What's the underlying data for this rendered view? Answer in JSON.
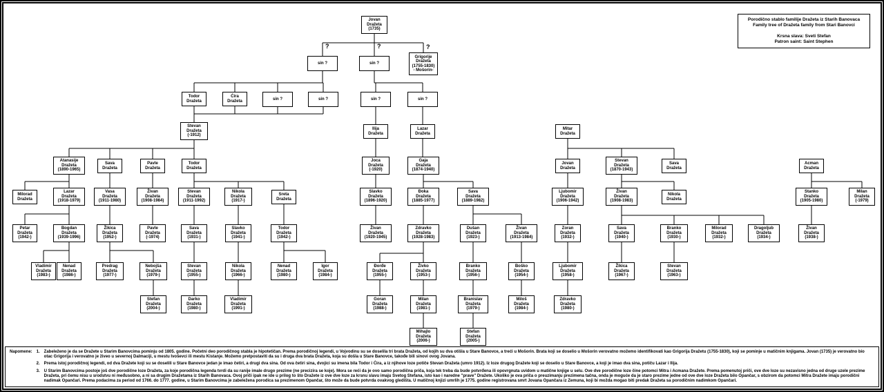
{
  "title": {
    "line_sr": "Porodično stablo familije Dražeta iz Starih Banovaca",
    "line_en": "Family tree of Dražeta family from Stari Banovci",
    "slava_sr": "Krsna slava: Sveti Stefan",
    "slava_en": "Patron saint: Saint Stephen"
  },
  "qmark": "?",
  "nodes": {
    "sin": "sin ?",
    "j1735": "Jovan\nDražeta\n(1735)",
    "grig": "Grigorije\nDražeta\n(1755-1830)\n- Mošorin-",
    "todorA": "Todor\nDražeta",
    "cira": "Ćira\nDražeta",
    "stevan_1912": "Stevan\nDražeta\n(-1912)",
    "ilija": "Ilija\nDražeta",
    "lazarA": "Lazar\nDražeta",
    "mitar": "Mitar\nDražeta",
    "atanasije": "Atanasije\nDražeta\n(1890-1965)",
    "savaA": "Sava\nDražeta",
    "pavleA": "Pavle\nDražeta",
    "todorB": "Todor\nDražeta",
    "joca": "Joca\nDražeta\n(-1920)",
    "gaja": "Gaja\nDražeta\n(1874-1940)",
    "jovanB": "Jovan\nDražeta",
    "stevan1870": "Stevan\nDražeta\n(1870-1943)",
    "savaB": "Sava\nDražeta",
    "acman": "Acman\nDražeta",
    "miloradA": "Milorad\nDražeta",
    "lazar1918": "Lazar\nDražeta\n(1918-1979)",
    "vasa": "Vasa\nDražeta\n(1911-1980)",
    "zivan1908_1984": "Živan\nDražeta\n(1908-1984)",
    "stevan1911": "Stevan\nDražeta\n(1911-1992)",
    "nikola1917": "Nikola\nDražeta\n(1917-)",
    "sreta": "Sreta\nDražeta",
    "slavko1896": "Slavko\nDražeta\n(1896-1920)",
    "djoka": "Đoka\nDražeta\n(1885-1977)",
    "sava1889": "Sava\nDražeta\n(1889-1982)",
    "ljubomir1906": "Ljubomir\nDražeta\n(1906-1942)",
    "zivan1908_1983": "Živan\nDražeta\n(1908-1983)",
    "nikolaB": "Nikola\nDražeta",
    "stanko": "Stanko\nDražeta\n(1905-1980)",
    "milan_1979": "Milan\nDražeta\n(-1979)",
    "petar1942": "Petar\nDražeta\n(1942-)",
    "bogdan1939": "Bogdan\nDražeta\n(1939-1996)",
    "zikica1952": "Žikica\nDražeta\n(1952-)",
    "pavle_1974": "Pavle\nDražeta\n(-1974)",
    "sava1931": "Sava\nDražeta\n(1931-)",
    "slavko1941": "Slavko\nDražeta\n(1941-)",
    "todor1942": "Todor\nDražeta\n(1942-)",
    "zivan1920": "Živan\nDražeta\n(1920-1945)",
    "zdravko1928": "Zdravko\nDražeta\n(1928-1983)",
    "dusan1923": "Dušan\nDražeta\n(1923-)",
    "zivan1913": "Živan\nDražeta\n(1913-1984)",
    "zoran1932": "Zoran\nDražeta\n(1932-)",
    "sava1940": "Sava\nDražeta\n(1940-)",
    "branko1930": "Branko\nDražeta\n(1930-)",
    "milorad1932": "Milorad\nDražeta\n(1932-)",
    "dragoljub1934": "Dragoljub\nDražeta\n(1934-)",
    "zivan1938": "Živan\nDražeta\n(1938-)",
    "vladimir1983": "Vladimir\nDražeta\n(1983-)",
    "nenad1986": "Nenad\nDražeta\n(1986-)",
    "predrag1977": "Predrag\nDražeta\n(1977-)",
    "nebojsa1979": "Nebojša\nDražeta\n(1979-)",
    "stevan1955": "Stevan\nDražeta\n(1955-)",
    "nikola1966": "Nikola\nDražeta\n(1966-)",
    "nenad1980": "Nenad\nDražeta\n(1980-)",
    "igor1984": "Igor\nDražeta\n(1984-)",
    "djordje1955": "Đorđe\nDražeta\n(1955-)",
    "zivko1953": "Živko\nDražeta\n(1953-)",
    "branko1956": "Branko\nDražeta\n(1956-)",
    "bosko1954": "Boško\nDražeta\n(1954-)",
    "ljubomir1958": "Ljubomir\nDražeta\n(1958-)",
    "zikica1967": "Žikica\nDražeta\n(1967-)",
    "stevan1963": "Stevan\nDražeta\n(1963-)",
    "stefan2004": "Stefan\nDražeta\n(2004-)",
    "darko1980": "Darko\nDražeta\n(1980-)",
    "vladimir1991": "Vladimir\nDražeta\n(1991-)",
    "goran1988": "Goran\nDražeta\n(1988-)",
    "milan1981": "Milan\nDražeta\n(1981-)",
    "branislav1979": "Branislav\nDražeta\n(1979-)",
    "milos1984": "Miloš\nDražeta\n(1984-)",
    "zdravko1980": "Zdravko\nDražeta\n(1980-)",
    "mihajlo2006": "Mihajlo\nDražeta\n(2006-)",
    "stefan2005": "Stefan\nDražeta\n(2005-)"
  },
  "notes": {
    "label": "Napomene:",
    "items": [
      {
        "num": "1.",
        "text": "Zabeleženo je da se Dražete u Starim Banovcima pominju od 1805. godine. Početni deo porodičnog stabla je hipotetičan. Prema porodičnoj legendi, u Vojvodinu su se doselila tri brata Dražeta, od kojih su dva otišla u Stare Banovce, a treći u Mošorin. Brata koji se doselio u Mošorin verovatno možemo identifikovati kao Grigorija Dražetu (1755-1830), koji se pominje u matičnim knjigama. Jovan (1735) je verovatno bio otac Grigorija i verovatno je živeo u severnoj Dalmaciji, u mestu Ivoševci ili mestu Kistanje. Možemo pretpostaviti da su i druga dva brata Dražeta, koja su došla u Stare Banovce, takođe bili sinovi ovog Jovana."
      },
      {
        "num": "2.",
        "text": "Prema istoj porodičnoj legendi, od dva Dražete koji su se doselili u Stare Banovce jedan je imao četiri, a drugi dva sina. Od ova četiri sina, dvojici su imena bila Todor i Ćira, a iz njihove loze potiče Stevan Dražeta (umro 1912). Iz loze drugog Dražete koji se doselio u Stare Banovce, a koji je imao dva sina, potiču Lazar i Ilija."
      },
      {
        "num": "3.",
        "text": "U Starim Banovcima postoje još dve porodične loze Dražeta, za koje porodična legenda tvrdi da su ranije imale drugo prezime (ne precizira se koje). Mora se reći da je ovo samo porodična priča, koja tek treba da bude potvrđena ili opovrgnuta uvidom u matične knjige u selu. Ove dve porodične loze čine potomci Mitra i Acmana Dražete. Prema pomenutoj priči, ove dve loze su nezavisno jedna od druge uzele prezime Dražeta, pri čemu nisu u srodstvu ni međusobno, a ni sa drugim Dražetama iz Starih Banovaca. Ovoj priči ipak ne ide u prilog to što Dražete iz ove dve loze za krsnu slavu imaju Svetog Stefana, isto kao i naredne \"prave\" Dražete. Ukoliko je ova priča o preuzimanju prezimena tačna, onda je moguće da je staro prezime jedne od ove dve loze Dražeta bilo Opančar, s obzirom da potomci Mitra Dražete imaju porodični nadimak Opančari. Prema podacima za period od 1766. do 1777. godine, u Starim Banovcima je zabeležena porodica sa prezimenom Opančar, što može da bude potvrda ovakvog gledišta. U matičnoj knjizi umrlih je 1775. godine registrovana smrt Jovana Opančara iz Zemuna, koji bi možda mogao biti predak Dražeta sa porodičnim nadimkom Opančari."
      }
    ]
  }
}
